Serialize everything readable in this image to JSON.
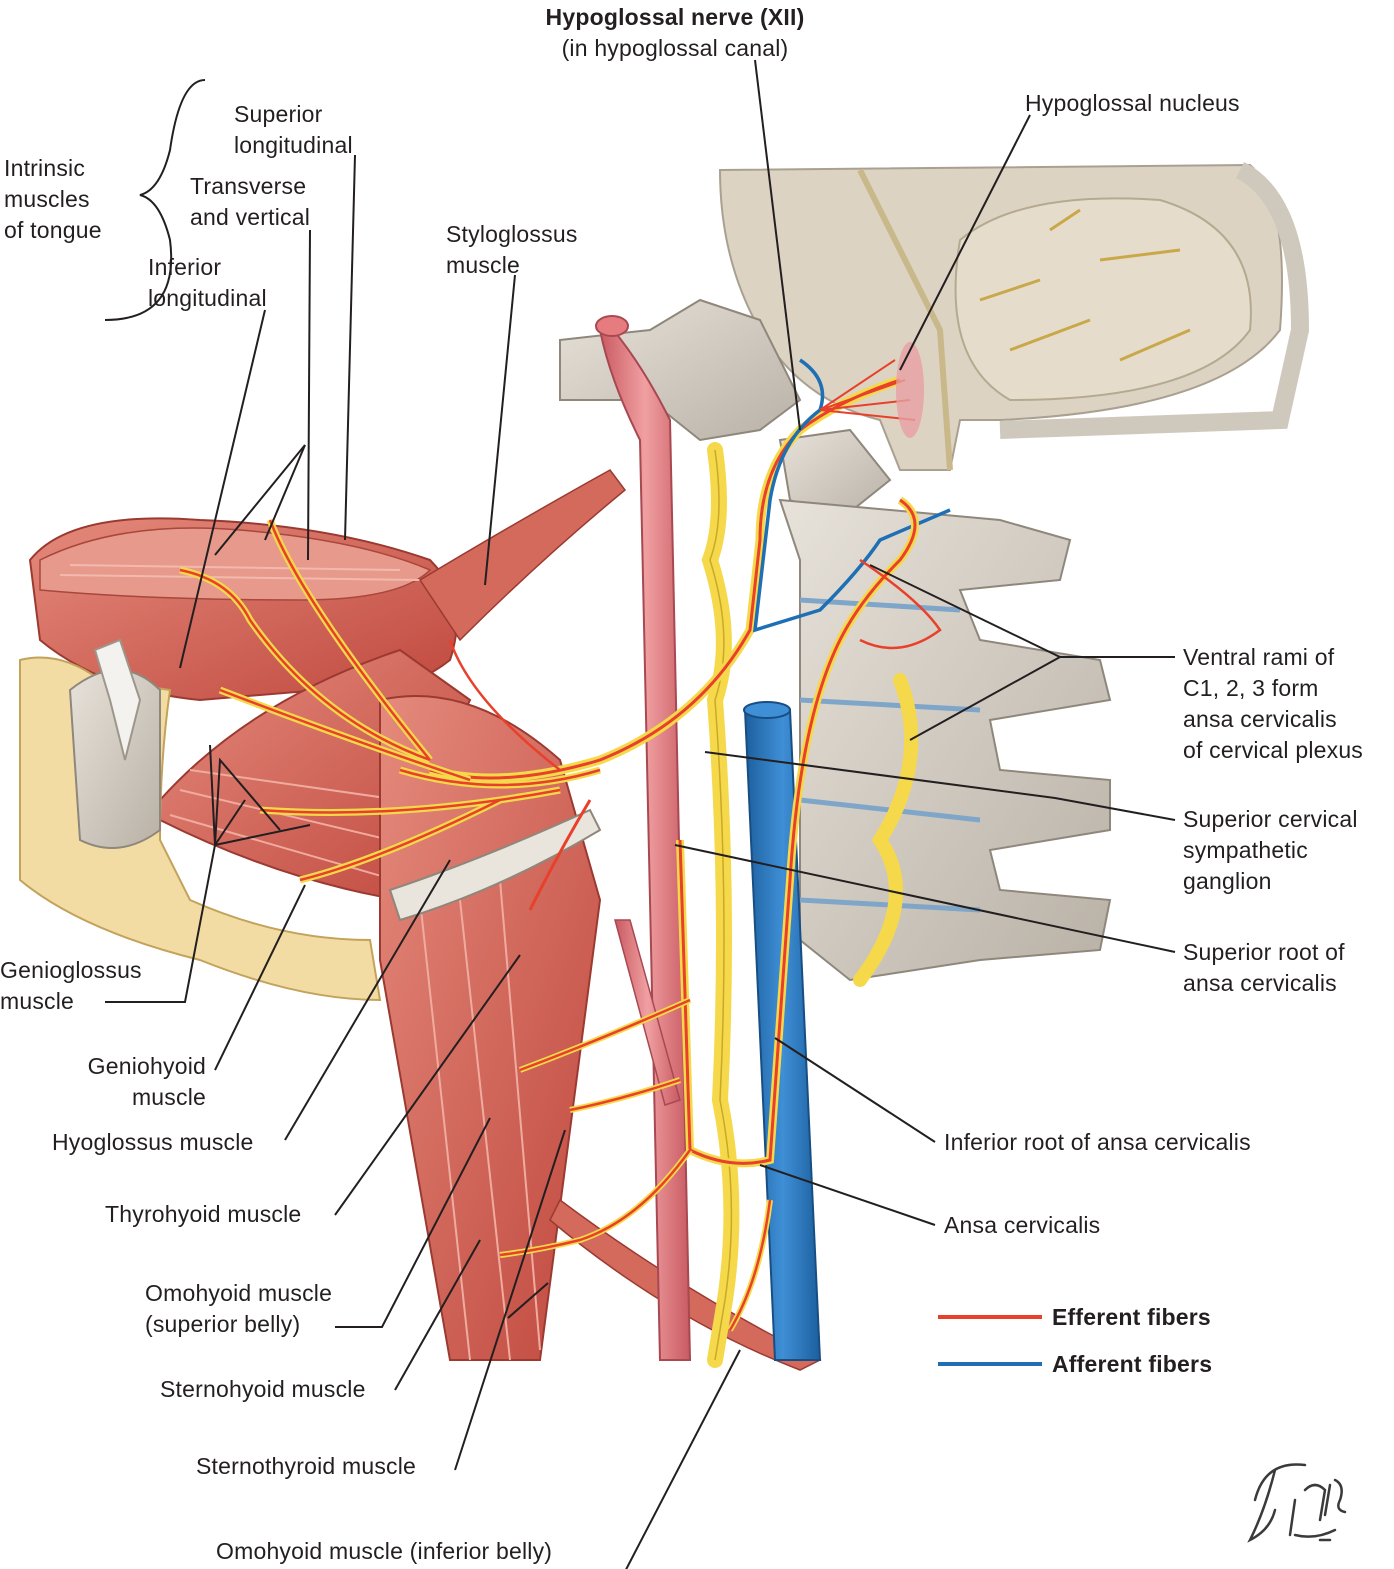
{
  "labels": {
    "hypoglossal_nerve": {
      "title": "Hypoglossal nerve (XII)",
      "sub": "(in hypoglossal canal)"
    },
    "hypoglossal_nucleus": "Hypoglossal nucleus",
    "intrinsic_group": [
      "Intrinsic",
      "muscles",
      "of tongue"
    ],
    "superior_longitudinal": [
      "Superior",
      "longitudinal"
    ],
    "transverse_vertical": [
      "Transverse",
      "and vertical"
    ],
    "inferior_longitudinal": [
      "Inferior",
      "longitudinal"
    ],
    "styloglossus": [
      "Styloglossus",
      "muscle"
    ],
    "ventral_rami": [
      "Ventral rami of",
      "C1, 2, 3 form",
      "ansa cervicalis",
      "of cervical plexus"
    ],
    "superior_cervical_ganglion": [
      "Superior cervical",
      "sympathetic",
      "ganglion"
    ],
    "superior_root": [
      "Superior root of",
      "ansa cervicalis"
    ],
    "genioglossus": [
      "Genioglossus",
      "muscle"
    ],
    "geniohyoid": [
      "Geniohyoid",
      "muscle"
    ],
    "hyoglossus": "Hyoglossus muscle",
    "inferior_root": "Inferior root of ansa cervicalis",
    "thyrohyoid": "Thyrohyoid muscle",
    "ansa_cervicalis": "Ansa cervicalis",
    "omohyoid_superior": [
      "Omohyoid muscle",
      "(superior belly)"
    ],
    "sternohyoid": "Sternohyoid muscle",
    "sternothyroid": "Sternothyroid muscle",
    "omohyoid_inferior": "Omohyoid muscle (inferior belly)"
  },
  "legend": {
    "efferent": {
      "label": "Efferent fibers",
      "color": "#e8402a"
    },
    "afferent": {
      "label": "Afferent fibers",
      "color": "#1f6fb5"
    }
  },
  "colors": {
    "muscle": "#d9695c",
    "muscle_dark": "#b8453b",
    "bone": "#d7d1c8",
    "brain": "#ddd3c3",
    "nerve_yellow": "#f5d94a",
    "artery": "#e77c80",
    "vein": "#2f7cc3"
  }
}
